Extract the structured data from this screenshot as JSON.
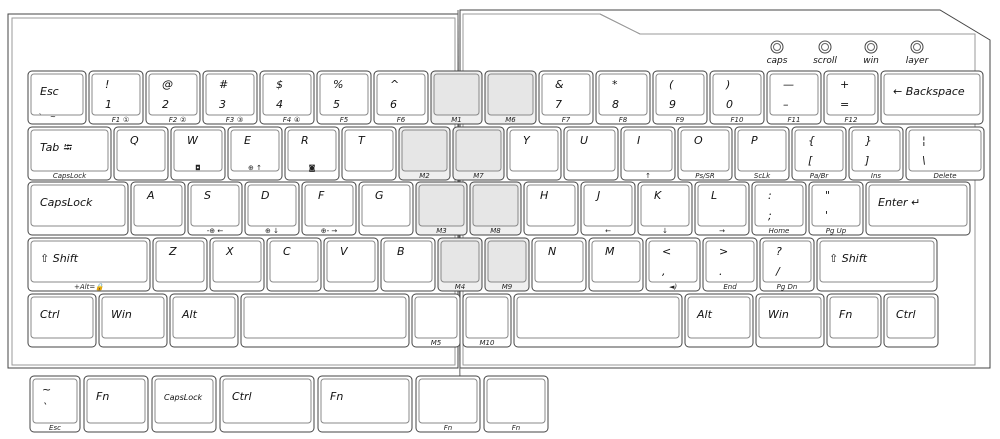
{
  "leds": [
    {
      "label": "caps"
    },
    {
      "label": "scroll"
    },
    {
      "label": "win"
    },
    {
      "label": "layer"
    }
  ],
  "rows": [
    [
      {
        "id": "esc",
        "top": "Esc",
        "bl": "`",
        "br": "~"
      },
      {
        "id": "1",
        "tl": "!",
        "ml": "1",
        "fn": "F1",
        "fn2": "①"
      },
      {
        "id": "2",
        "tl": "@",
        "ml": "2",
        "fn": "F2",
        "fn2": "②"
      },
      {
        "id": "3",
        "tl": "#",
        "ml": "3",
        "fn": "F3",
        "fn2": "③"
      },
      {
        "id": "4",
        "tl": "$",
        "ml": "4",
        "fn": "F4",
        "fn2": "④"
      },
      {
        "id": "5",
        "tl": "%",
        "ml": "5",
        "fn": "F5"
      },
      {
        "id": "6",
        "tl": "^",
        "ml": "6",
        "fn": "F6"
      },
      {
        "id": "m1",
        "macro": true,
        "fn": "M1"
      },
      {
        "id": "m6",
        "macro": true,
        "fn": "M6"
      },
      {
        "id": "7",
        "tl": "&",
        "ml": "7",
        "fn": "F7"
      },
      {
        "id": "8",
        "tl": "*",
        "ml": "8",
        "fn": "F8"
      },
      {
        "id": "9",
        "tl": "(",
        "ml": "9",
        "fn": "F9"
      },
      {
        "id": "0",
        "tl": ")",
        "ml": "0",
        "fn": "F10"
      },
      {
        "id": "minus",
        "tl": "—",
        "ml": "–",
        "fn": "F11"
      },
      {
        "id": "equal",
        "tl": "+",
        "ml": "=",
        "fn": "F12"
      },
      {
        "id": "bksp",
        "top": "← Backspace"
      }
    ],
    [
      {
        "id": "tab",
        "top": "Tab ⭾",
        "fn": "CapsLock"
      },
      {
        "id": "q",
        "tl": "Q"
      },
      {
        "id": "w",
        "tl": "W",
        "fnIcon": "◘"
      },
      {
        "id": "e",
        "tl": "E",
        "fnIcon": "⊕ ↑"
      },
      {
        "id": "r",
        "tl": "R",
        "fnIcon": "◙"
      },
      {
        "id": "t",
        "tl": "T"
      },
      {
        "id": "m2",
        "macro": true,
        "fn": "M2"
      },
      {
        "id": "m7",
        "macro": true,
        "fn": "M7"
      },
      {
        "id": "y",
        "tl": "Y"
      },
      {
        "id": "u",
        "tl": "U"
      },
      {
        "id": "i",
        "tl": "I",
        "fn": "↑"
      },
      {
        "id": "o",
        "tl": "O",
        "fn": "Ps/SR"
      },
      {
        "id": "p",
        "tl": "P",
        "fn": "ScLk"
      },
      {
        "id": "lbr",
        "tl": "{",
        "ml": "[",
        "fn": "Pa/Br"
      },
      {
        "id": "rbr",
        "tl": "}",
        "ml": "]",
        "fn": "Ins"
      },
      {
        "id": "bsl",
        "tl": "¦",
        "ml": "\\",
        "fn": "Delete"
      }
    ],
    [
      {
        "id": "caps",
        "top": "CapsLock"
      },
      {
        "id": "a",
        "tl": "A"
      },
      {
        "id": "s",
        "tl": "S",
        "fn": "-⊕ ←"
      },
      {
        "id": "d",
        "tl": "D",
        "fn": "⊕ ↓"
      },
      {
        "id": "f",
        "tl": "F",
        "fn": "⊕- →"
      },
      {
        "id": "g",
        "tl": "G"
      },
      {
        "id": "m3",
        "macro": true,
        "fn": "M3"
      },
      {
        "id": "m8",
        "macro": true,
        "fn": "M8"
      },
      {
        "id": "h",
        "tl": "H"
      },
      {
        "id": "j",
        "tl": "J",
        "fn": "←"
      },
      {
        "id": "k",
        "tl": "K",
        "fn": "↓"
      },
      {
        "id": "l",
        "tl": "L",
        "fn": "→"
      },
      {
        "id": "semi",
        "tl": ":",
        "ml": ";",
        "fn": "Home"
      },
      {
        "id": "quote",
        "tl": "\"",
        "ml": "'",
        "fn": "Pg Up"
      },
      {
        "id": "enter",
        "top": "Enter ↵"
      }
    ],
    [
      {
        "id": "lshift",
        "top": "⇧ Shift",
        "fn": "+Alt=🔒"
      },
      {
        "id": "z",
        "tl": "Z"
      },
      {
        "id": "x",
        "tl": "X"
      },
      {
        "id": "c",
        "tl": "C"
      },
      {
        "id": "v",
        "tl": "V"
      },
      {
        "id": "b",
        "tl": "B"
      },
      {
        "id": "m4",
        "macro": true,
        "fn": "M4"
      },
      {
        "id": "m9",
        "macro": true,
        "fn": "M9"
      },
      {
        "id": "n",
        "tl": "N"
      },
      {
        "id": "m",
        "tl": "M"
      },
      {
        "id": "comma",
        "tl": "<",
        "ml": ",",
        "fn": "◄)"
      },
      {
        "id": "period",
        "tl": ">",
        "ml": ".",
        "fn": "End"
      },
      {
        "id": "slash",
        "tl": "?",
        "ml": "/",
        "fn": "Pg Dn"
      },
      {
        "id": "rshift",
        "top": "⇧ Shift"
      }
    ],
    [
      {
        "id": "lctrl",
        "top": "Ctrl"
      },
      {
        "id": "lwin",
        "top": "Win"
      },
      {
        "id": "lalt",
        "top": "Alt"
      },
      {
        "id": "lspace",
        "top": ""
      },
      {
        "id": "m5",
        "fn": "M5"
      },
      {
        "id": "m10",
        "fn": "M10"
      },
      {
        "id": "rspace",
        "top": ""
      },
      {
        "id": "ralt",
        "top": "Alt"
      },
      {
        "id": "rwin",
        "top": "Win"
      },
      {
        "id": "fn",
        "top": "Fn"
      },
      {
        "id": "rctrl",
        "top": "Ctrl"
      }
    ]
  ],
  "extras": [
    {
      "id": "ex-tilde",
      "tl": "~",
      "ml": "`",
      "fn": "Esc"
    },
    {
      "id": "ex-fn1",
      "top": "Fn"
    },
    {
      "id": "ex-caps",
      "top": "CapsLock"
    },
    {
      "id": "ex-ctrl",
      "top": "Ctrl"
    },
    {
      "id": "ex-fn2",
      "top": "Fn"
    },
    {
      "id": "ex-blank1",
      "fn": "Fn"
    },
    {
      "id": "ex-blank2",
      "fn": "Fn"
    }
  ]
}
